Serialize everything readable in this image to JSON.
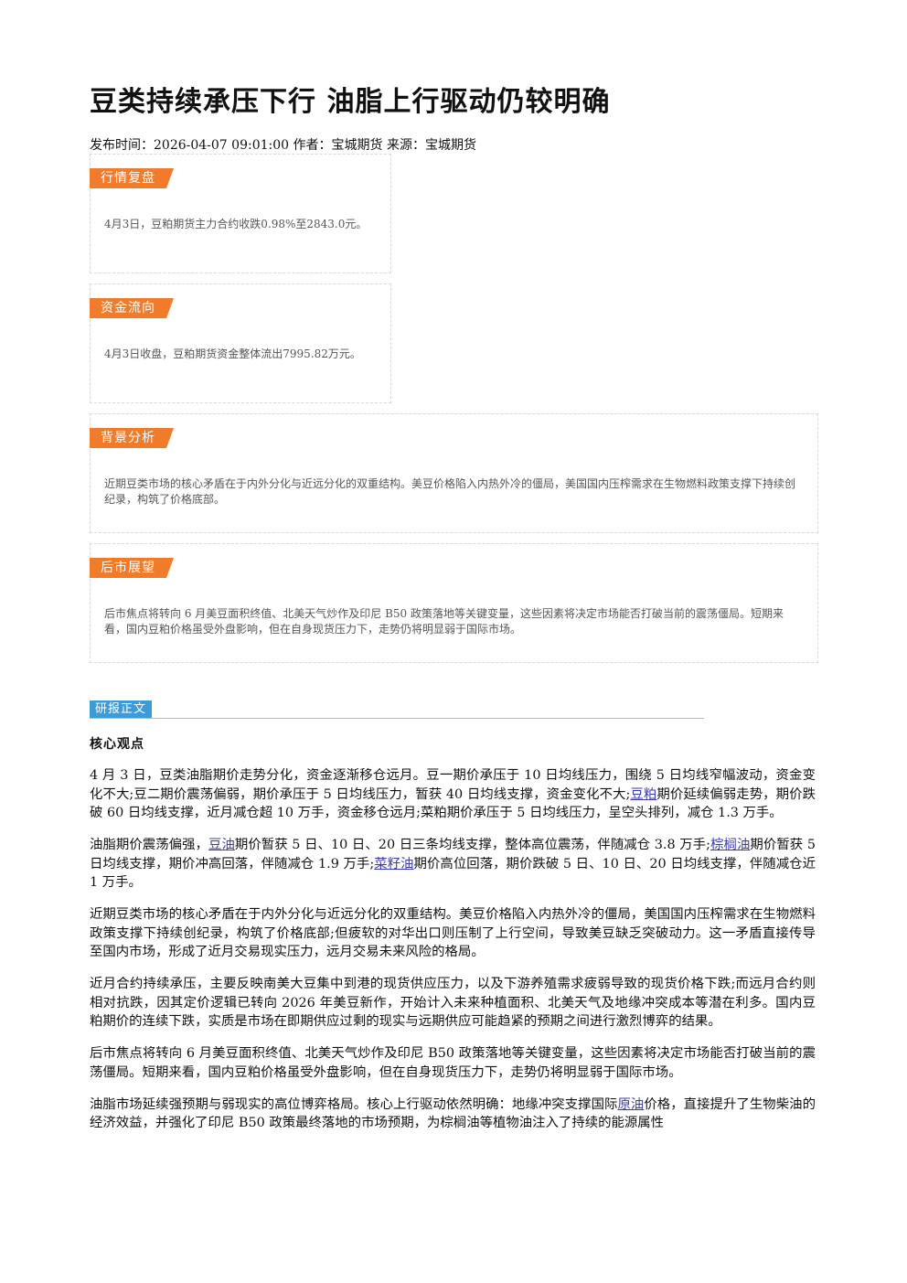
{
  "article": {
    "title": "豆类持续承压下行 油脂上行驱动仍较明确",
    "meta": "发布时间：2026-04-07 09:01:00 作者：宝城期货 来源：宝城期货"
  },
  "sections": {
    "market_review": {
      "tag": "行情复盘",
      "text": "4月3日，豆粕期货主力合约收跌0.98%至2843.0元。"
    },
    "fund_flow": {
      "tag": "资金流向",
      "text": "4月3日收盘，豆粕期货资金整体流出7995.82万元。"
    },
    "background": {
      "tag": "背景分析",
      "text": "近期豆类市场的核心矛盾在于内外分化与近远分化的双重结构。美豆价格陷入内热外冷的僵局，美国国内压榨需求在生物燃料政策支撑下持续创纪录，构筑了价格底部。"
    },
    "outlook": {
      "tag": "后市展望",
      "text": "后市焦点将转向 6 月美豆面积终值、北美天气炒作及印尼 B50 政策落地等关键变量，这些因素将决定市场能否打破当前的震荡僵局。短期来看，国内豆粕价格虽受外盘影响，但在自身现货压力下，走势仍将明显弱于国际市场。"
    }
  },
  "report": {
    "tag": "研报正文",
    "heading": "核心观点",
    "p1": {
      "a": "4 月 3 日，豆类油脂期价走势分化，资金逐渐移仓远月。豆一期价承压于 10 日均线压力，围绕 5 日均线窄幅波动，资金变化不大;豆二期价震荡偏弱，期价承压于 5 日均线压力，暂获 40 日均线支撑，资金变化不大;",
      "link": "豆粕",
      "b": "期价延续偏弱走势，期价跌破 60 日均线支撑，近月减仓超 10 万手，资金移仓远月;菜粕期价承压于 5 日均线压力，呈空头排列，减仓 1.3 万手。"
    },
    "p2": {
      "a": "油脂期价震荡偏强，",
      "link1": "豆油",
      "b": "期价暂获 5 日、10 日、20 日三条均线支撑，整体高位震荡，伴随减仓 3.8 万手;",
      "link2": "棕榈油",
      "c": "期价暂获 5 日均线支撑，期价冲高回落，伴随减仓 1.9 万手;",
      "link3": "菜籽油",
      "d": "期价高位回落，期价跌破 5 日、10 日、20 日均线支撑，伴随减仓近 1 万手。"
    },
    "p3": "近期豆类市场的核心矛盾在于内外分化与近远分化的双重结构。美豆价格陷入内热外冷的僵局，美国国内压榨需求在生物燃料政策支撑下持续创纪录，构筑了价格底部;但疲软的对华出口则压制了上行空间，导致美豆缺乏突破动力。这一矛盾直接传导至国内市场，形成了近月交易现实压力，远月交易未来风险的格局。",
    "p4": "近月合约持续承压，主要反映南美大豆集中到港的现货供应压力，以及下游养殖需求疲弱导致的现货价格下跌;而远月合约则相对抗跌，因其定价逻辑已转向 2026 年美豆新作，开始计入未来种植面积、北美天气及地缘冲突成本等潜在利多。国内豆粕期价的连续下跌，实质是市场在即期供应过剩的现实与远期供应可能趋紧的预期之间进行激烈博弈的结果。",
    "p5": "后市焦点将转向 6 月美豆面积终值、北美天气炒作及印尼 B50 政策落地等关键变量，这些因素将决定市场能否打破当前的震荡僵局。短期来看，国内豆粕价格虽受外盘影响，但在自身现货压力下，走势仍将明显弱于国际市场。",
    "p6": {
      "a": "油脂市场延续强预期与弱现实的高位博弈格局。核心上行驱动依然明确：地缘冲突支撑国际",
      "link": "原油",
      "b": "价格，直接提升了生物柴油的经济效益，并强化了印尼 B50 政策最终落地的市场预期，为棕榈油等植物油注入了持续的能源属性"
    }
  },
  "colors": {
    "tag_orange": "#f07b2a",
    "tag_blue": "#3d9bd8",
    "link": "#3b3bb0"
  }
}
